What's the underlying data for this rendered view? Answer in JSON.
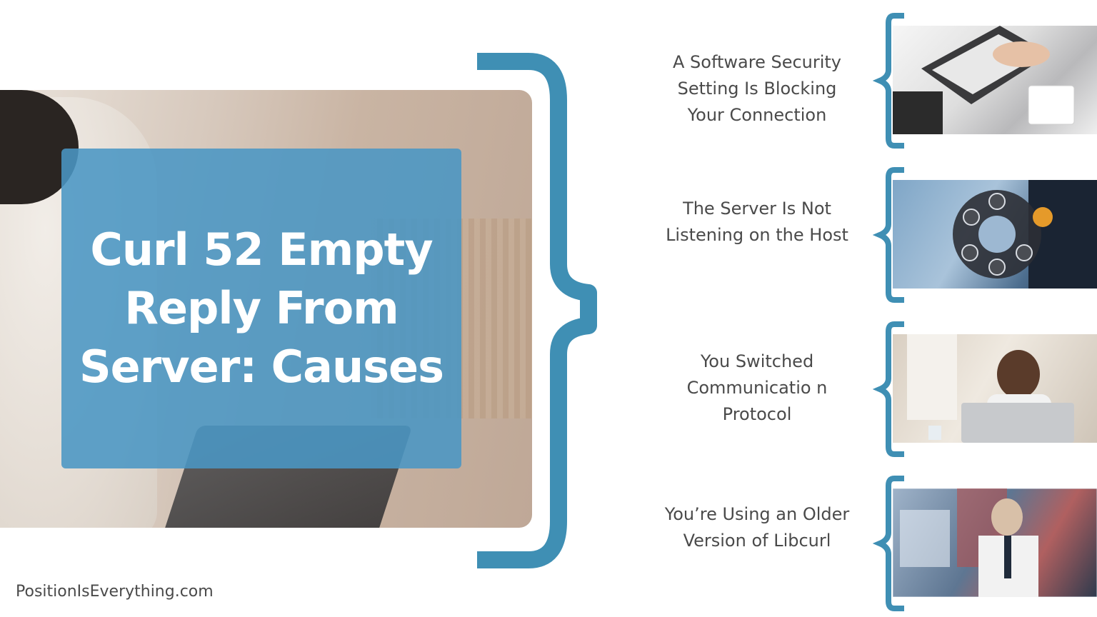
{
  "title": "Curl 52 Empty Reply From Server: Causes",
  "causes": [
    {
      "label": "A Software Security Setting Is Blocking Your Connection"
    },
    {
      "label": "The Server Is Not Listening on the Host"
    },
    {
      "label": "You Switched Communicatio n Protocol"
    },
    {
      "label": "You’re Using an Older Version of Libcurl"
    }
  ],
  "footer": "PositionIsEverything.com",
  "colors": {
    "accent": "#3f8fb4",
    "title_panel": "#4a96c4",
    "text": "#4a4a4a",
    "background": "#ffffff"
  },
  "icons": [
    "tools-icon",
    "wifi-icon",
    "cloud-icon",
    "factory-icon",
    "robot-arm-icon",
    "server-icon"
  ]
}
